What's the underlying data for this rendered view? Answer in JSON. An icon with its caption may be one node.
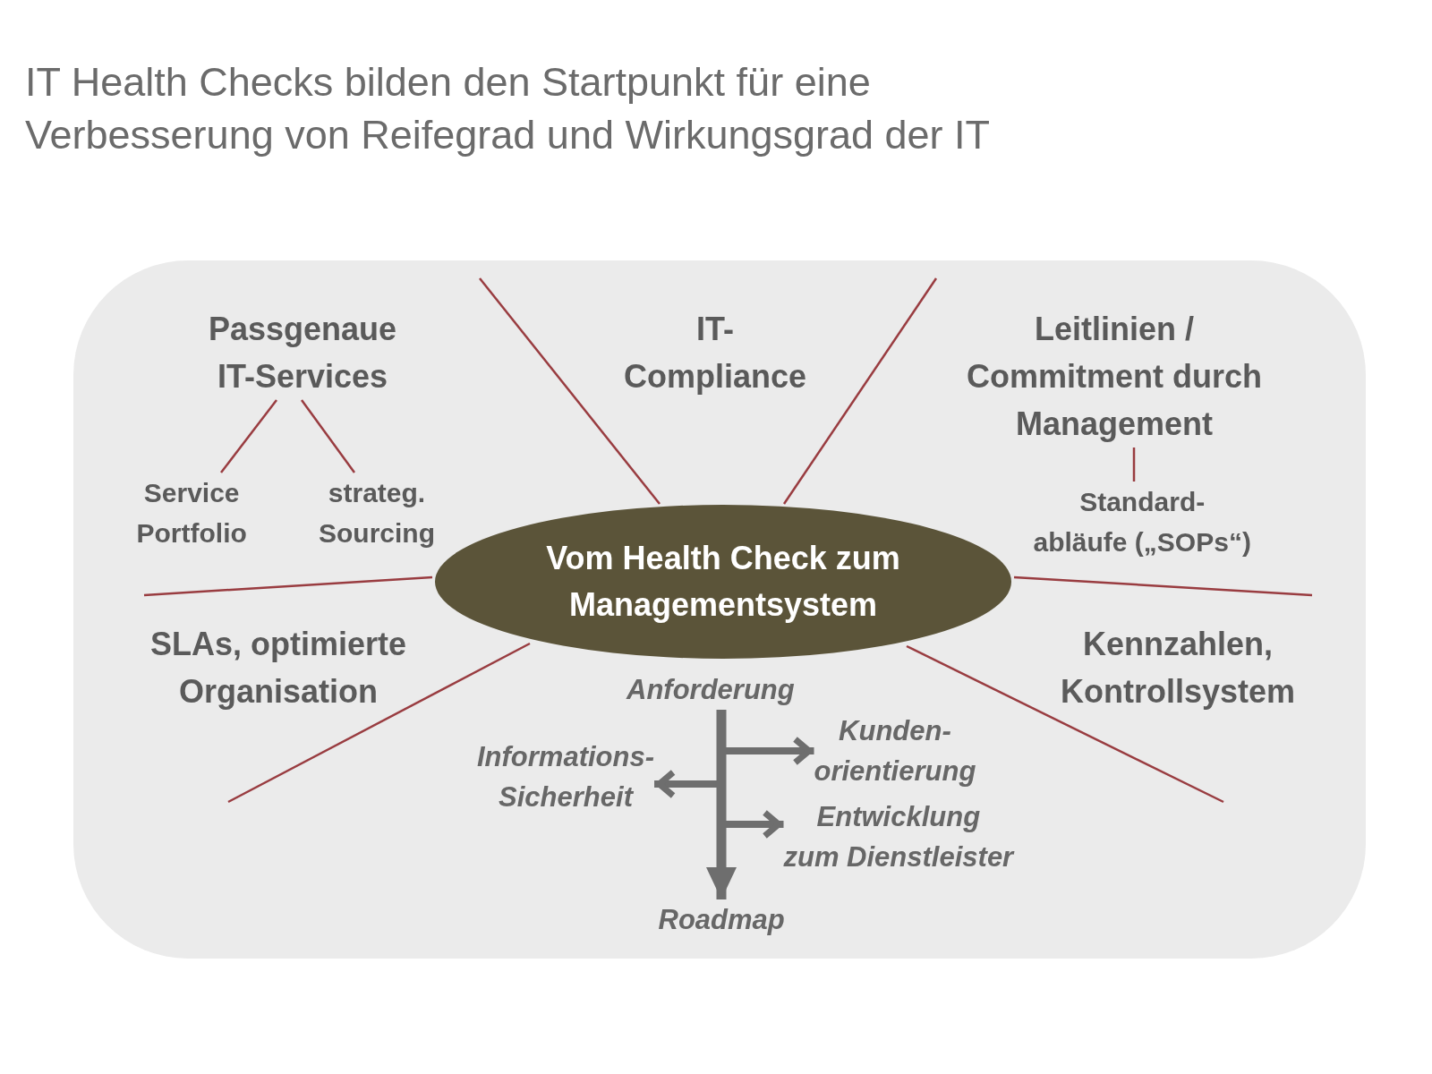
{
  "diagram": {
    "title": "IT Health Checks bilden den Startpunkt für eine Verbesserung von Reifegrad und Wirkungsgrad der IT",
    "nodes": [
      {
        "text": [],
        "shape": "box"
      },
      {
        "text": [
          "Passgenaue IT-Services"
        ],
        "in": 0
      },
      {
        "text": [
          "IT- Compliance"
        ],
        "in": 0
      },
      {
        "text": [
          "Leitlinien / Commitment durch Management"
        ],
        "in": 0
      },
      {
        "text": [
          "Service Portfolio"
        ],
        "in": 0
      },
      {
        "text": [
          "strateg. Sourcing"
        ],
        "in": 0
      },
      {
        "text": [
          "Standard- abläufe („SOPs“)"
        ],
        "in": 0
      },
      {
        "text": [
          "Vom Health Check zum Managementsystem"
        ],
        "in": 0
      },
      {
        "text": [
          "SLAs, optimierte Organisation"
        ],
        "in": 0
      },
      {
        "text": [
          "Kennzahlen, Kontrollsystem"
        ],
        "in": 0
      },
      {
        "text": [
          "Anforderung"
        ],
        "in": 0
      },
      {
        "text": [
          "Informations- Sicherheit"
        ],
        "in": 0
      },
      {
        "text": [
          "Kunden- orientierung"
        ],
        "in": 0
      },
      {
        "text": [
          "Entwicklung zum Dienstleister"
        ],
        "in": 0
      },
      {
        "text": [
          "Roadmap"
        ],
        "in": 0
      }
    ],
    "edges": [
      {
        "from": 1,
        "to": 4,
        "arrow": "none",
        "color": "#993c40"
      },
      {
        "from": 1,
        "to": 5,
        "arrow": "none",
        "color": "#993c40"
      },
      {
        "from": 3,
        "to": 6,
        "arrow": "none",
        "color": "#993c40"
      },
      {
        "from": 10,
        "to": 12,
        "arrow": "to"
      },
      {
        "from": 10,
        "to": 11,
        "arrow": "to"
      },
      {
        "from": 10,
        "to": 13,
        "arrow": "to"
      },
      {
        "from": 10,
        "to": 14,
        "arrow": "to"
      }
    ]
  }
}
